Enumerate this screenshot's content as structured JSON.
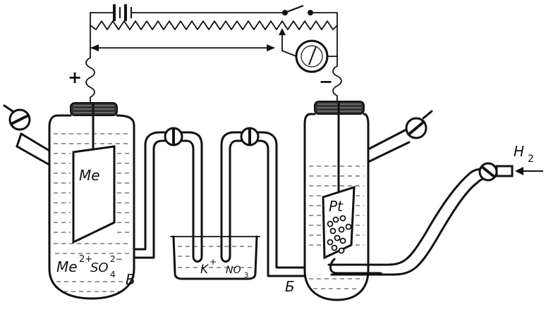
{
  "labels": {
    "anode_sign": "+",
    "cathode_sign": "−",
    "metal_electrode": "Me",
    "metal_solution_ion": "Me",
    "metal_solution_charge": "2+",
    "sulfate": "SO",
    "sulfate_sub": "4",
    "sulfate_charge": "2−",
    "vessel_left_letter": "В",
    "salt_bridge_k": "K",
    "salt_bridge_k_charge": "+",
    "salt_bridge_no3": "NO",
    "salt_bridge_no3_sub": "3",
    "vessel_right_letter": "Б",
    "platinum_electrode": "Pt",
    "hydrogen": "H",
    "hydrogen_sub": "2"
  }
}
